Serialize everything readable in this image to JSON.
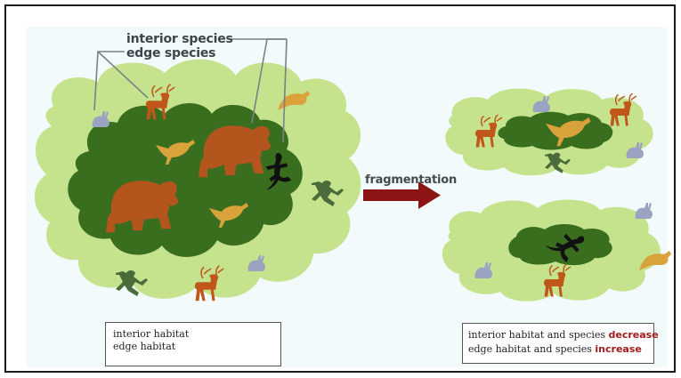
{
  "labels": {
    "interior_species": "interior species",
    "edge_species": "edge species",
    "fragmentation": "fragmentation"
  },
  "legend_left": {
    "interior": "interior habitat",
    "edge": "edge habitat"
  },
  "legend_right": {
    "line1_prefix": "interior habitat and species ",
    "line1_emph": "decrease",
    "line2_prefix": "edge habitat and species ",
    "line2_emph": "increase"
  },
  "colors": {
    "edge_habitat": "#c5e38d",
    "interior_habitat": "#3a6e1f",
    "bear": "#b5551e",
    "deer": "#c0561a",
    "bird": "#d9a23a",
    "rabbit": "#9aa3bf",
    "frog": "#4b6b3a",
    "lizard": "#111111",
    "arrow": "#8c1414",
    "emphasis": "#a01c1c"
  },
  "icons": [
    "bear-icon",
    "deer-icon",
    "bird-icon",
    "rabbit-icon",
    "frog-icon",
    "lizard-icon",
    "beaver-icon"
  ]
}
